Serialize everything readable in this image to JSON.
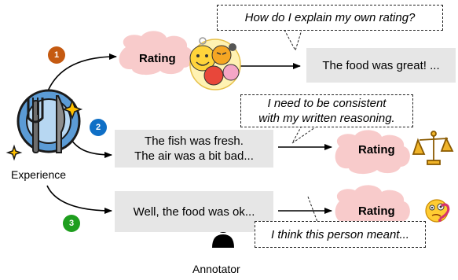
{
  "paths": [
    {
      "step": "1",
      "step_color": "#c55a11",
      "rating_label": "Rating",
      "annotator_text": "The food was great! ...",
      "thought": "How do I explain my own rating?"
    },
    {
      "step": "2",
      "step_color": "#0f6fc6",
      "annotator_text_lines": [
        "The fish was fresh.",
        "The air was a bit bad..."
      ],
      "rating_label": "Rating",
      "thought_lines": [
        "I need to be consistent",
        "with my written reasoning."
      ]
    },
    {
      "step": "3",
      "step_color": "#1e9e1e",
      "annotator_text": "Well, the food was ok...",
      "rating_label": "Rating",
      "thought": "I think this person meant..."
    }
  ],
  "experience_label": "Experience",
  "annotator_label": "Annotator",
  "colors": {
    "cloud": "#f8cbcb",
    "text_box": "#e6e6e6",
    "plate": "#5b9bd5"
  },
  "icons": [
    "plate-utensils-icon",
    "sparkle-icon",
    "emoji-faces-icon",
    "scales-icon",
    "confused-face-icon",
    "person-icon"
  ]
}
